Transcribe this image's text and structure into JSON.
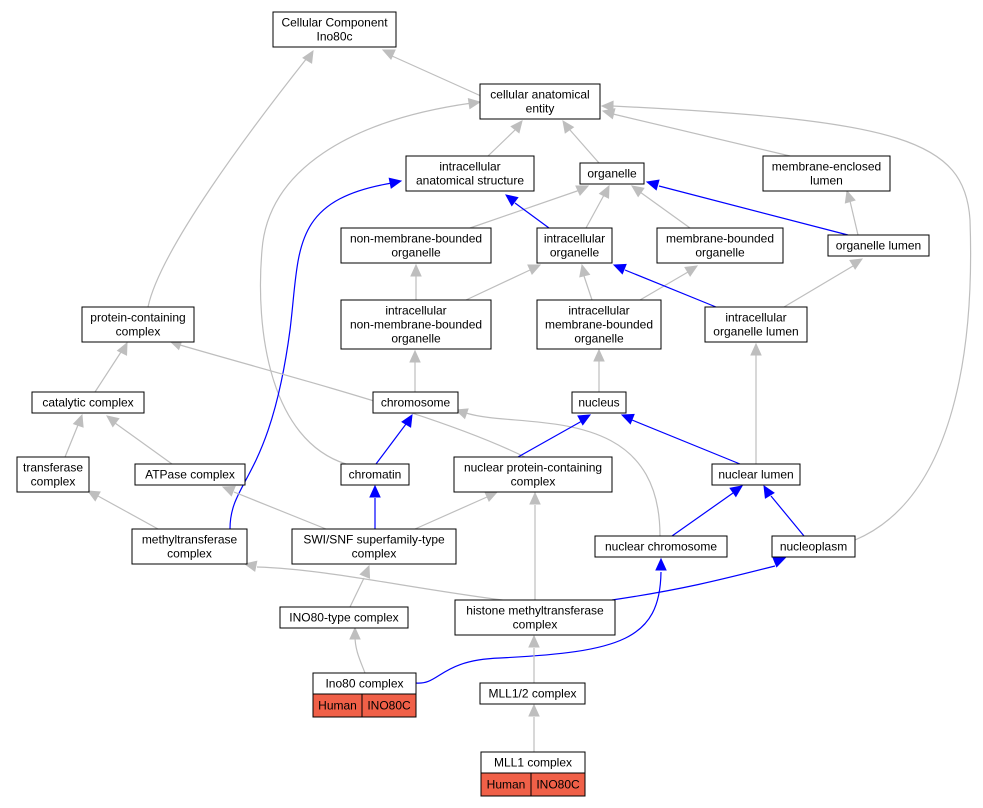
{
  "colors": {
    "gray_edge": "#bebebe",
    "blue_edge": "#0000ff",
    "tag_fill": "#f06048",
    "node_border": "#000000"
  },
  "nodes": {
    "root": [
      "Cellular Component",
      "Ino80c"
    ],
    "cae": [
      "cellular anatomical",
      "entity"
    ],
    "ias": [
      "intracellular",
      "anatomical structure"
    ],
    "org": [
      "organelle"
    ],
    "mel": [
      "membrane-enclosed",
      "lumen"
    ],
    "nmbo": [
      "non-membrane-bounded",
      "organelle"
    ],
    "io": [
      "intracellular",
      "organelle"
    ],
    "mbo": [
      "membrane-bounded",
      "organelle"
    ],
    "ol": [
      "organelle lumen"
    ],
    "pcc": [
      "protein-containing",
      "complex"
    ],
    "inmbo": [
      "intracellular",
      "non-membrane-bounded",
      "organelle"
    ],
    "imbo": [
      "intracellular",
      "membrane-bounded",
      "organelle"
    ],
    "iol": [
      "intracellular",
      "organelle lumen"
    ],
    "cc": [
      "catalytic complex"
    ],
    "chr": [
      "chromosome"
    ],
    "nuc": [
      "nucleus"
    ],
    "tc": [
      "transferase",
      "complex"
    ],
    "atp": [
      "ATPase complex"
    ],
    "chrt": [
      "chromatin"
    ],
    "npcc": [
      "nuclear protein-containing",
      "complex"
    ],
    "nl": [
      "nuclear lumen"
    ],
    "mtc": [
      "methyltransferase",
      "complex"
    ],
    "swi": [
      "SWI/SNF superfamily-type",
      "complex"
    ],
    "nchr": [
      "nuclear chromosome"
    ],
    "np": [
      "nucleoplasm"
    ],
    "ino80t": [
      "INO80-type complex"
    ],
    "hmtc": [
      "histone methyltransferase",
      "complex"
    ],
    "ino80": [
      "Ino80 complex"
    ],
    "mll12": [
      "MLL1/2 complex"
    ],
    "mll1": [
      "MLL1 complex"
    ]
  },
  "tags": {
    "ino80": [
      "Human",
      "INO80C"
    ],
    "mll1": [
      "Human",
      "INO80C"
    ]
  }
}
